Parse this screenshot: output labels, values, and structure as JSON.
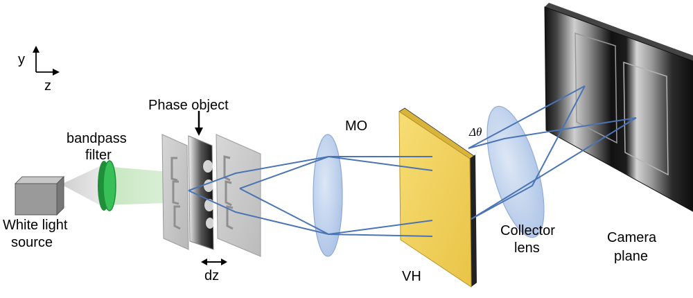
{
  "labels": {
    "axis_y": "y",
    "axis_z": "z",
    "phase_object": "Phase object",
    "bandpass_line1": "bandpass",
    "bandpass_line2": "filter",
    "white_light_line1": "White light",
    "white_light_line2": "source",
    "mo": "MO",
    "vh": "VH",
    "dz": "dz",
    "delta_theta": "Δθ",
    "collector_line1": "Collector",
    "collector_line2": "lens",
    "camera_line1": "Camera",
    "camera_line2": "plane"
  },
  "colors": {
    "ray": "#4a74b4",
    "lens_fill": "#b9cdea",
    "lens_stroke": "#8ea9d4",
    "vh_face": "#f2d35a",
    "vh_edge": "#222222",
    "filter_green": "#2fb24c",
    "beam_green": "#cfe8c9",
    "source_gray": "#9a9a9a",
    "plate_gray": "#c9c9c9",
    "camera_dark": "#1a1a1a"
  }
}
